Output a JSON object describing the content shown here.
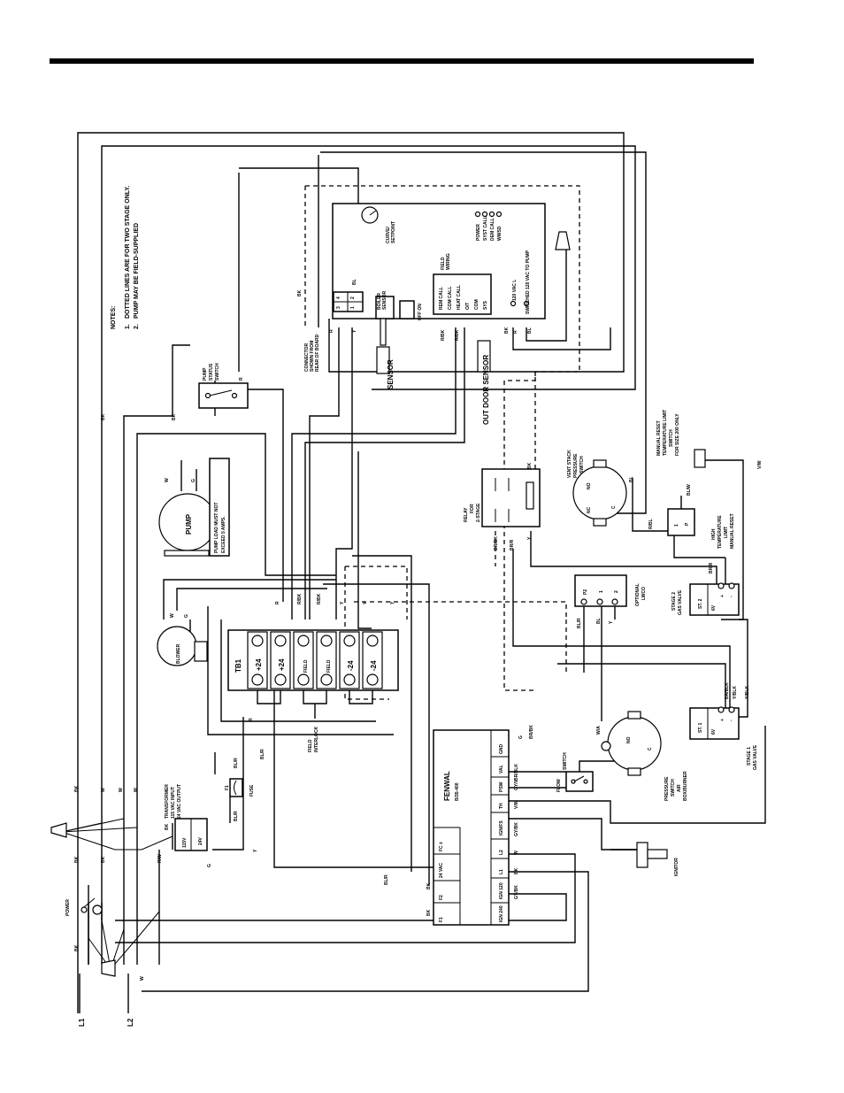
{
  "notes": {
    "heading": "NOTES:",
    "n1_num": "1.",
    "n1": "DOTTED LINES ARE FOR TWO STAGE ONLY.",
    "n2_num": "2.",
    "n2": "PUMP MAY BE FIELD-SUPPLIED"
  },
  "components": {
    "pump": "PUMP",
    "pump_load_1": "PUMP LOAD MUST NOT",
    "pump_load_2": "EXCEED 5 AMPS.",
    "pump_status_1": "PUMP",
    "pump_status_2": "STATUS",
    "pump_status_3": "SWITCH",
    "blower": "BLOWER",
    "tb1": "TB1",
    "field_interlock_1": "FIELD",
    "field_interlock_2": "INTERLOCK",
    "transformer_1": "TRANSFORMER",
    "transformer_2": "115 VAC INPUT",
    "transformer_3": "24 VAC OUTPUT",
    "t_115": "115V",
    "t_24": "24V",
    "fuse_f1": "F1",
    "fuse": "FUSE",
    "power": "POWER",
    "l1": "L1",
    "l2": "L2",
    "fenwal": "FENWAL",
    "fenwal_part": "B/35-400",
    "connector_1": "CONNECTOR",
    "connector_2": "SHOWN FROM",
    "connector_3": "REAR OF BOARD",
    "sensor": "SENSOR",
    "outdoor_sensor": "OUT DOOR SENSOR",
    "boiler_sensor_1": "BOILER",
    "boiler_sensor_2": "SENSOR",
    "dip_off_on": "OFF  ON",
    "field_wiring_1": "FIELD",
    "field_wiring_2": "WIRING",
    "curve_setpoint_1": "CURVE/",
    "curve_setpoint_2": "SETPOINT",
    "vac_120": "120 VAC L",
    "switched_120": "SWITCHED 120 VAC TO PUMP",
    "relay_1": "RELAY",
    "relay_2": "FOR",
    "relay_3": "2-STAGE",
    "vent_1": "VENT STACK",
    "vent_2": "PRESSURE",
    "vent_3": "SWITCH",
    "manual_reset_1": "MANUAL RESET",
    "manual_reset_2": "TEMPERATURE LIMIT",
    "manual_reset_3": "SWITCH",
    "manual_reset_4": "FOR SIZE 200 ONLY",
    "high_temp_1": "HIGH",
    "high_temp_2": "TEMPERATURE",
    "high_temp_3": "LIMIT",
    "high_temp_4": "MANUAL RESET",
    "optional_lwco_1": "OPTIONAL",
    "optional_lwco_2": "LWCO",
    "stage2_1": "STAGE 2",
    "stage2_2": "GAS VALVE",
    "stage1_1": "STAGE 1",
    "stage1_2": "GAS VALVE",
    "st2": "ST. 2",
    "st1": "ST. 1",
    "six_v": "6V",
    "plus": "+",
    "minus": "-",
    "air_ps_1": "PRESSURE",
    "air_ps_2": "SWITCH",
    "air_ps_3": "AIR",
    "air_ps_4": "BOX/BURNER",
    "flow_switch_1": "FLOW",
    "flow_switch_2": "SWITCH",
    "ignitor": "IGNITOR",
    "no": "NO",
    "nc": "NC",
    "c": "C",
    "p": "P",
    "one": "1"
  },
  "terminals": {
    "tb1": [
      "+24",
      "+24",
      "FIELD",
      "FIELD",
      "-24",
      "-24"
    ],
    "connector": [
      "4",
      "3",
      "2",
      "1"
    ],
    "field_wiring": [
      "REM CALL",
      "COM CALL",
      "HEAT CALL",
      "O/T",
      "COM",
      "SYS"
    ],
    "leds": [
      "POWER",
      "SYST CALL",
      "DEM CALL",
      "WWSD"
    ],
    "fenwal_top": [
      "GND",
      "VAL",
      "PSW",
      "TH",
      "IGN/FS",
      "L2",
      "L1",
      "IGN 120",
      "IGN 240"
    ],
    "fenwal_bottom": [
      "FC ±",
      "24 VAC",
      "F2",
      "F1"
    ],
    "lwco": [
      "P2",
      "1",
      "2"
    ]
  },
  "wire_codes": {
    "bk": "BK",
    "w": "W",
    "r": "R",
    "y": "Y",
    "g": "G",
    "bl": "BL",
    "r_bk": "R/BK",
    "br_bk": "BR/BK",
    "br_r": "BR/R",
    "bl_r": "BL/R",
    "bl_w": "BL/W",
    "v_w": "V/W",
    "y_blk": "Y/BLK",
    "br_blk": "BR/BLK",
    "gy_bk": "GY/BK",
    "gy_v": "GY/V",
    "r_w": "R/W",
    "w_a": "W/A",
    "r_bl": "R/BL"
  }
}
